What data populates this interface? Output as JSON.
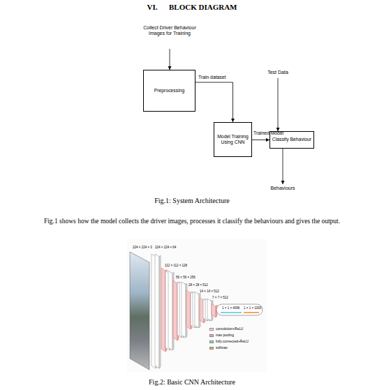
{
  "diagram": {
    "title": "VI.      BLOCK DIAGRAM",
    "caption": "Fig.1: System Architecture",
    "nodes": [
      {
        "text": [
          "Preprocessing"
        ]
      },
      {
        "text": [
          "Model Training Using CNN"
        ]
      },
      {
        "text": [
          "Classify Behaviour"
        ]
      }
    ],
    "edges": [
      {
        "from": 0,
        "to": 1,
        "label": "Train dataset",
        "arrow": "to"
      },
      {
        "from": 1,
        "to": 2,
        "label": "Trained Model",
        "arrow": "to"
      }
    ],
    "labels": [
      "Collect Driver Behaviour Images for Training",
      "Test Data",
      "Behaviours",
      "Fig.1 shows how the model collects the driver images, processes it classify the behaviours and gives the output.",
      "224 × 224 × 3",
      "224 × 224 × 64",
      "112 × 112 × 128",
      "56 × 56 × 256",
      "28 × 28 × 512",
      "14 × 14 × 512",
      "7 × 7 × 512",
      "1 × 1 × 4096",
      "1 × 1 × 1000",
      "Fig.2: Basic CNN Architecture"
    ],
    "legend": [
      {
        "text": "convolution+ReLU",
        "color": "#e6e6e6"
      },
      {
        "text": "max pooling",
        "color": "#f2a0a0"
      },
      {
        "text": "fully connected+ReLU",
        "color": "#7fd3e6"
      },
      {
        "text": "softmax",
        "color": "#f5a65b"
      }
    ]
  }
}
